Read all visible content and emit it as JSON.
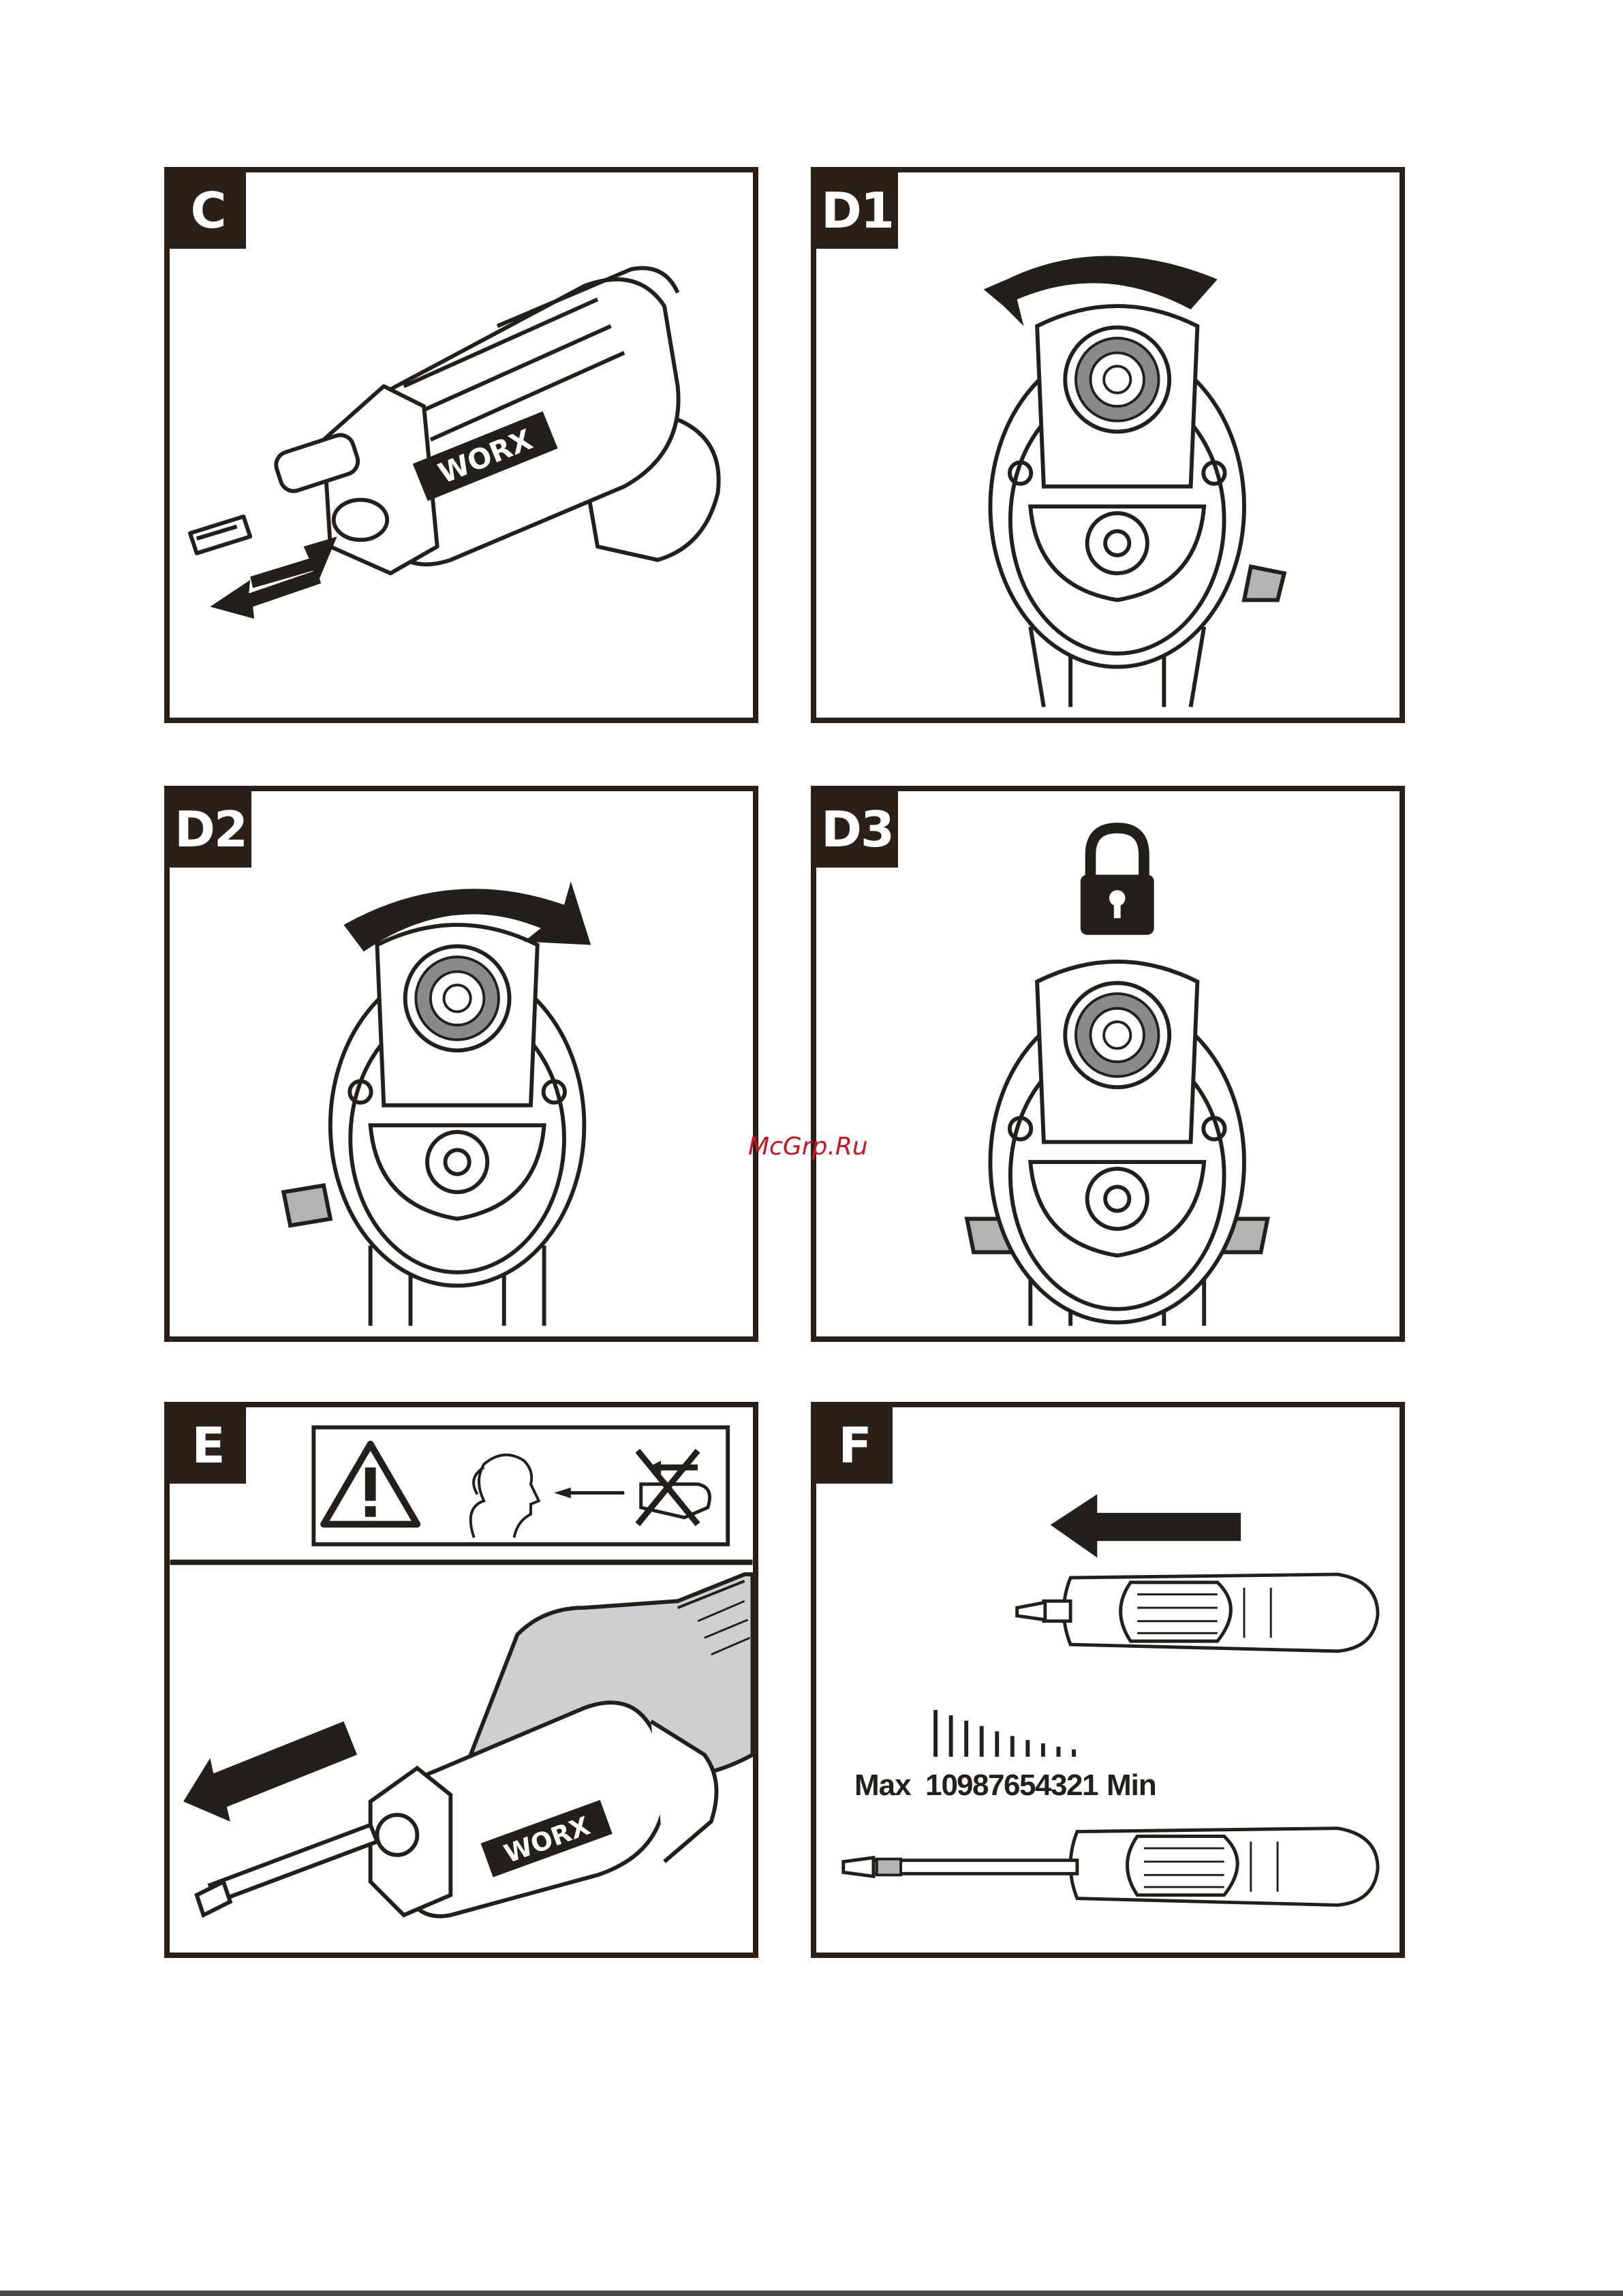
{
  "panels": {
    "c": {
      "label": "C"
    },
    "d1": {
      "label": "D1"
    },
    "d2": {
      "label": "D2"
    },
    "d3": {
      "label": "D3"
    },
    "e": {
      "label": "E"
    },
    "f": {
      "label": "F"
    }
  },
  "tool": {
    "brand": "WORX"
  },
  "torque_scale": {
    "max_label": "Max",
    "min_label": "Min",
    "numbers": [
      "10",
      "9",
      "8",
      "7",
      "6",
      "5",
      "4",
      "3",
      "2",
      "1"
    ]
  },
  "watermark": "McGrp.Ru",
  "colors": {
    "ink": "#2a2018",
    "accent_gray": "#b3b3b3",
    "watermark": "#c8161e"
  },
  "icons": [
    "double-arrow-icon",
    "rotate-left-arrow-icon",
    "rotate-right-arrow-icon",
    "padlock-icon",
    "warning-triangle-icon",
    "arrow-left-icon"
  ]
}
